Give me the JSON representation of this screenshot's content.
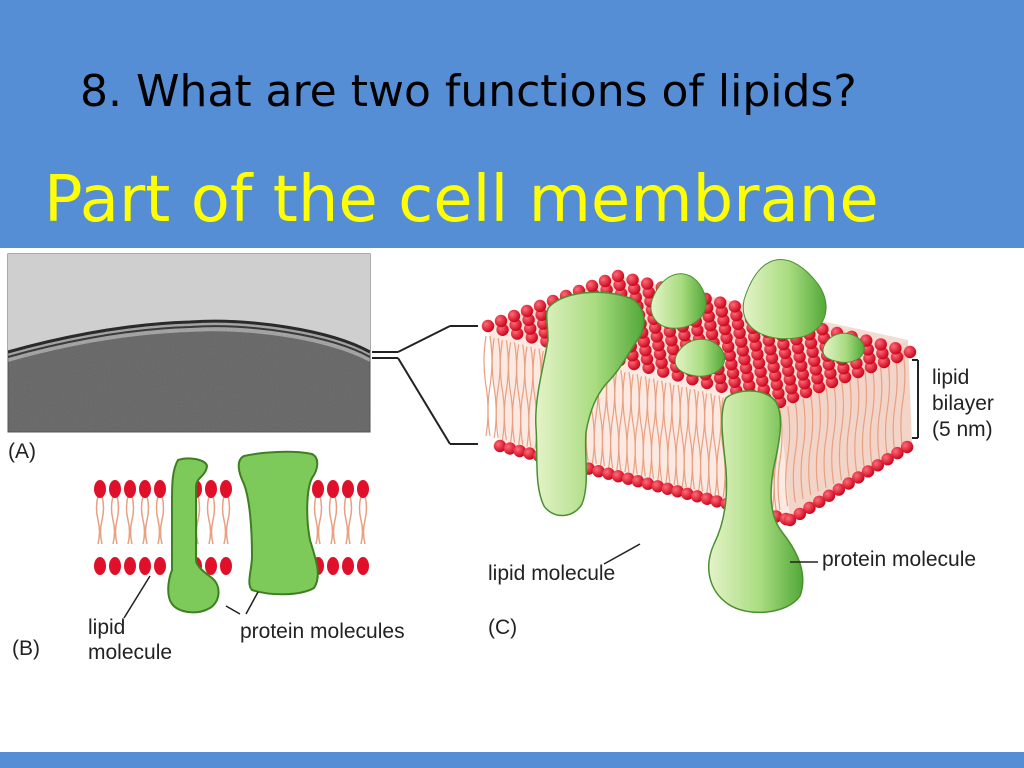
{
  "slide": {
    "question": "8.  What are two functions of lipids?",
    "answer": "Part of the cell membrane"
  },
  "figure": {
    "panel_a_label": "(A)",
    "panel_b_label": "(B)",
    "panel_c_label": "(C)",
    "b_lipid_label_line1": "lipid",
    "b_lipid_label_line2": "molecule",
    "b_protein_label": "protein molecules",
    "c_lipid_label": "lipid molecule",
    "c_protein_label": "protein molecule",
    "bilayer_label_line1": "lipid",
    "bilayer_label_line2": "bilayer",
    "bilayer_label_line3": "(5 nm)"
  },
  "colors": {
    "header": "#558ed5",
    "answer_text": "#ffff00",
    "lipid_head": "#e0102a",
    "lipid_tail": "#e8a080",
    "protein_fill": "#7dc95a",
    "protein_light": "#d8efb8"
  }
}
